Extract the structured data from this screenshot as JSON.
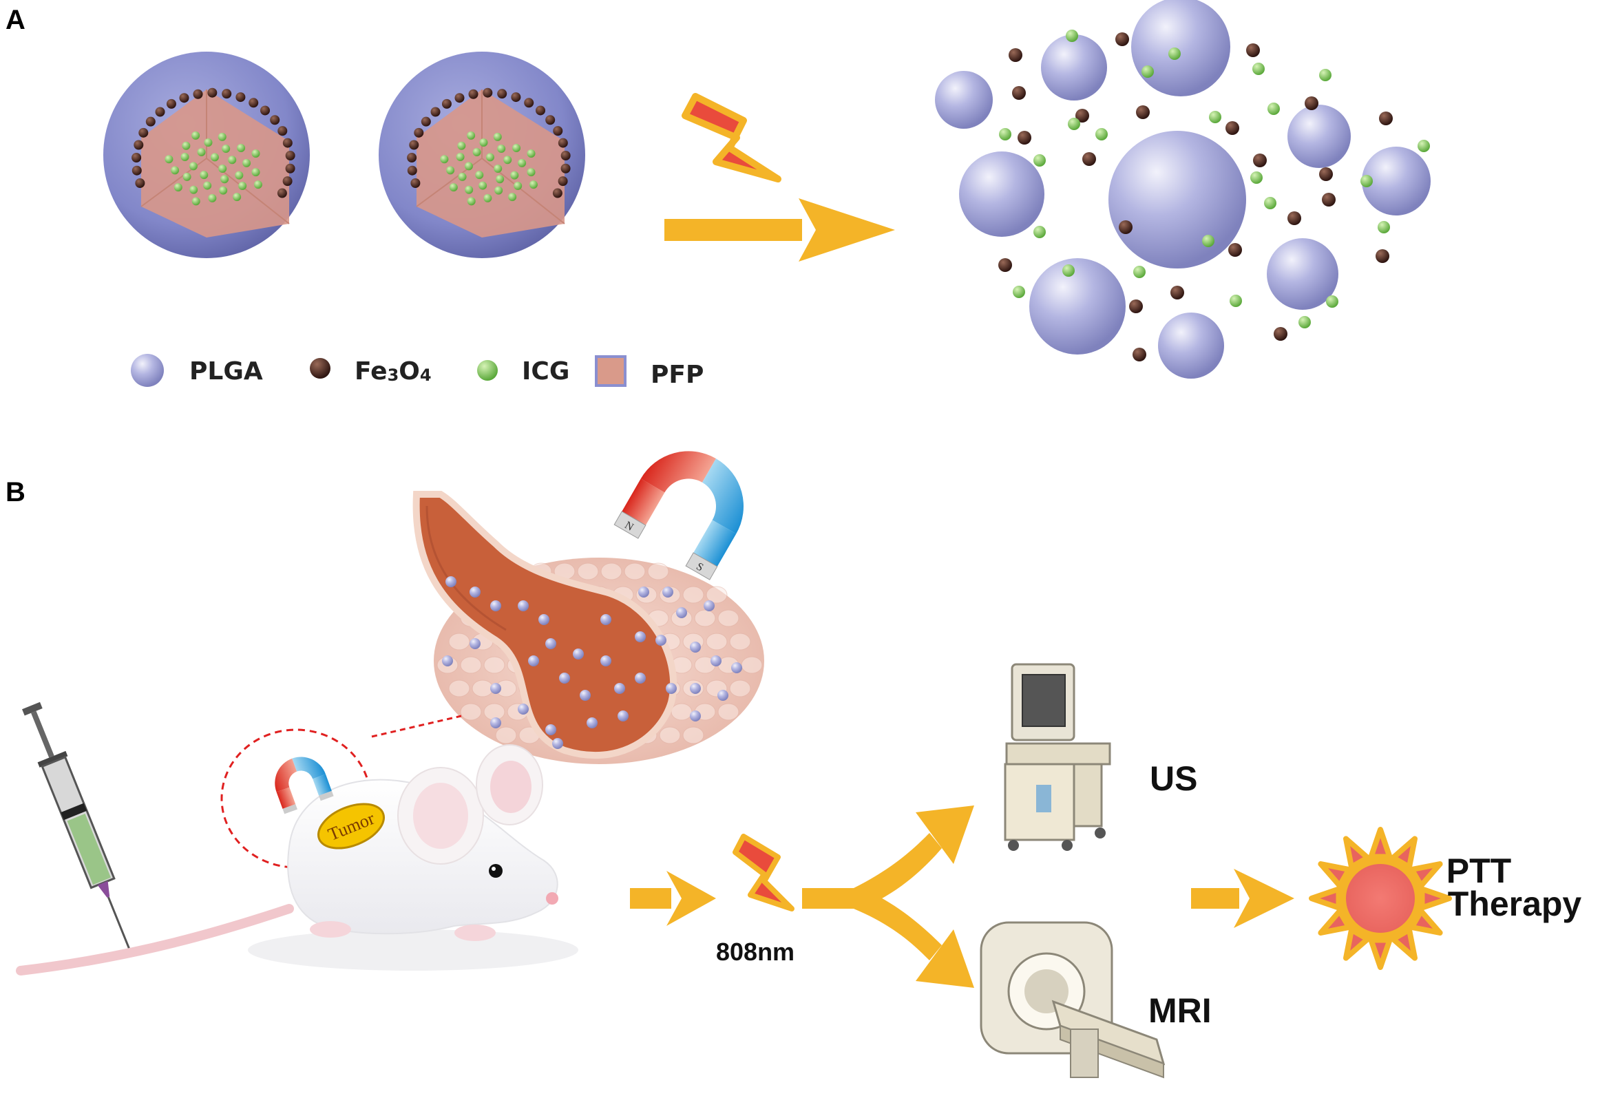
{
  "panels": {
    "a": "A",
    "b": "B"
  },
  "legend": [
    {
      "icon": "plga-sphere-icon",
      "label": "PLGA",
      "color": "#9c9fd6"
    },
    {
      "icon": "fe3o4-particle-icon",
      "label": "Fe",
      "sub": "3",
      "label2": "O",
      "sub2": "4",
      "color": "#3d1f16"
    },
    {
      "icon": "icg-particle-icon",
      "label": "ICG",
      "color": "#7fc35a"
    },
    {
      "icon": "pfp-core-icon",
      "label": "PFP",
      "color": "#d99a8a"
    }
  ],
  "tumor_label": "Tumor",
  "laser_label": "808nm",
  "imaging": {
    "us": "US",
    "mri": "MRI"
  },
  "therapy": {
    "line1": "PTT",
    "line2": "Therapy"
  },
  "magnet": {
    "n": "N",
    "s": "S"
  },
  "colors": {
    "arrow": "#f4b428",
    "bolt_fill": "#e94b3c",
    "bolt_edge": "#f4b428",
    "plga": "#9c9fd6",
    "tissue": "#f0d2c8",
    "vessel": "#c8603a"
  }
}
